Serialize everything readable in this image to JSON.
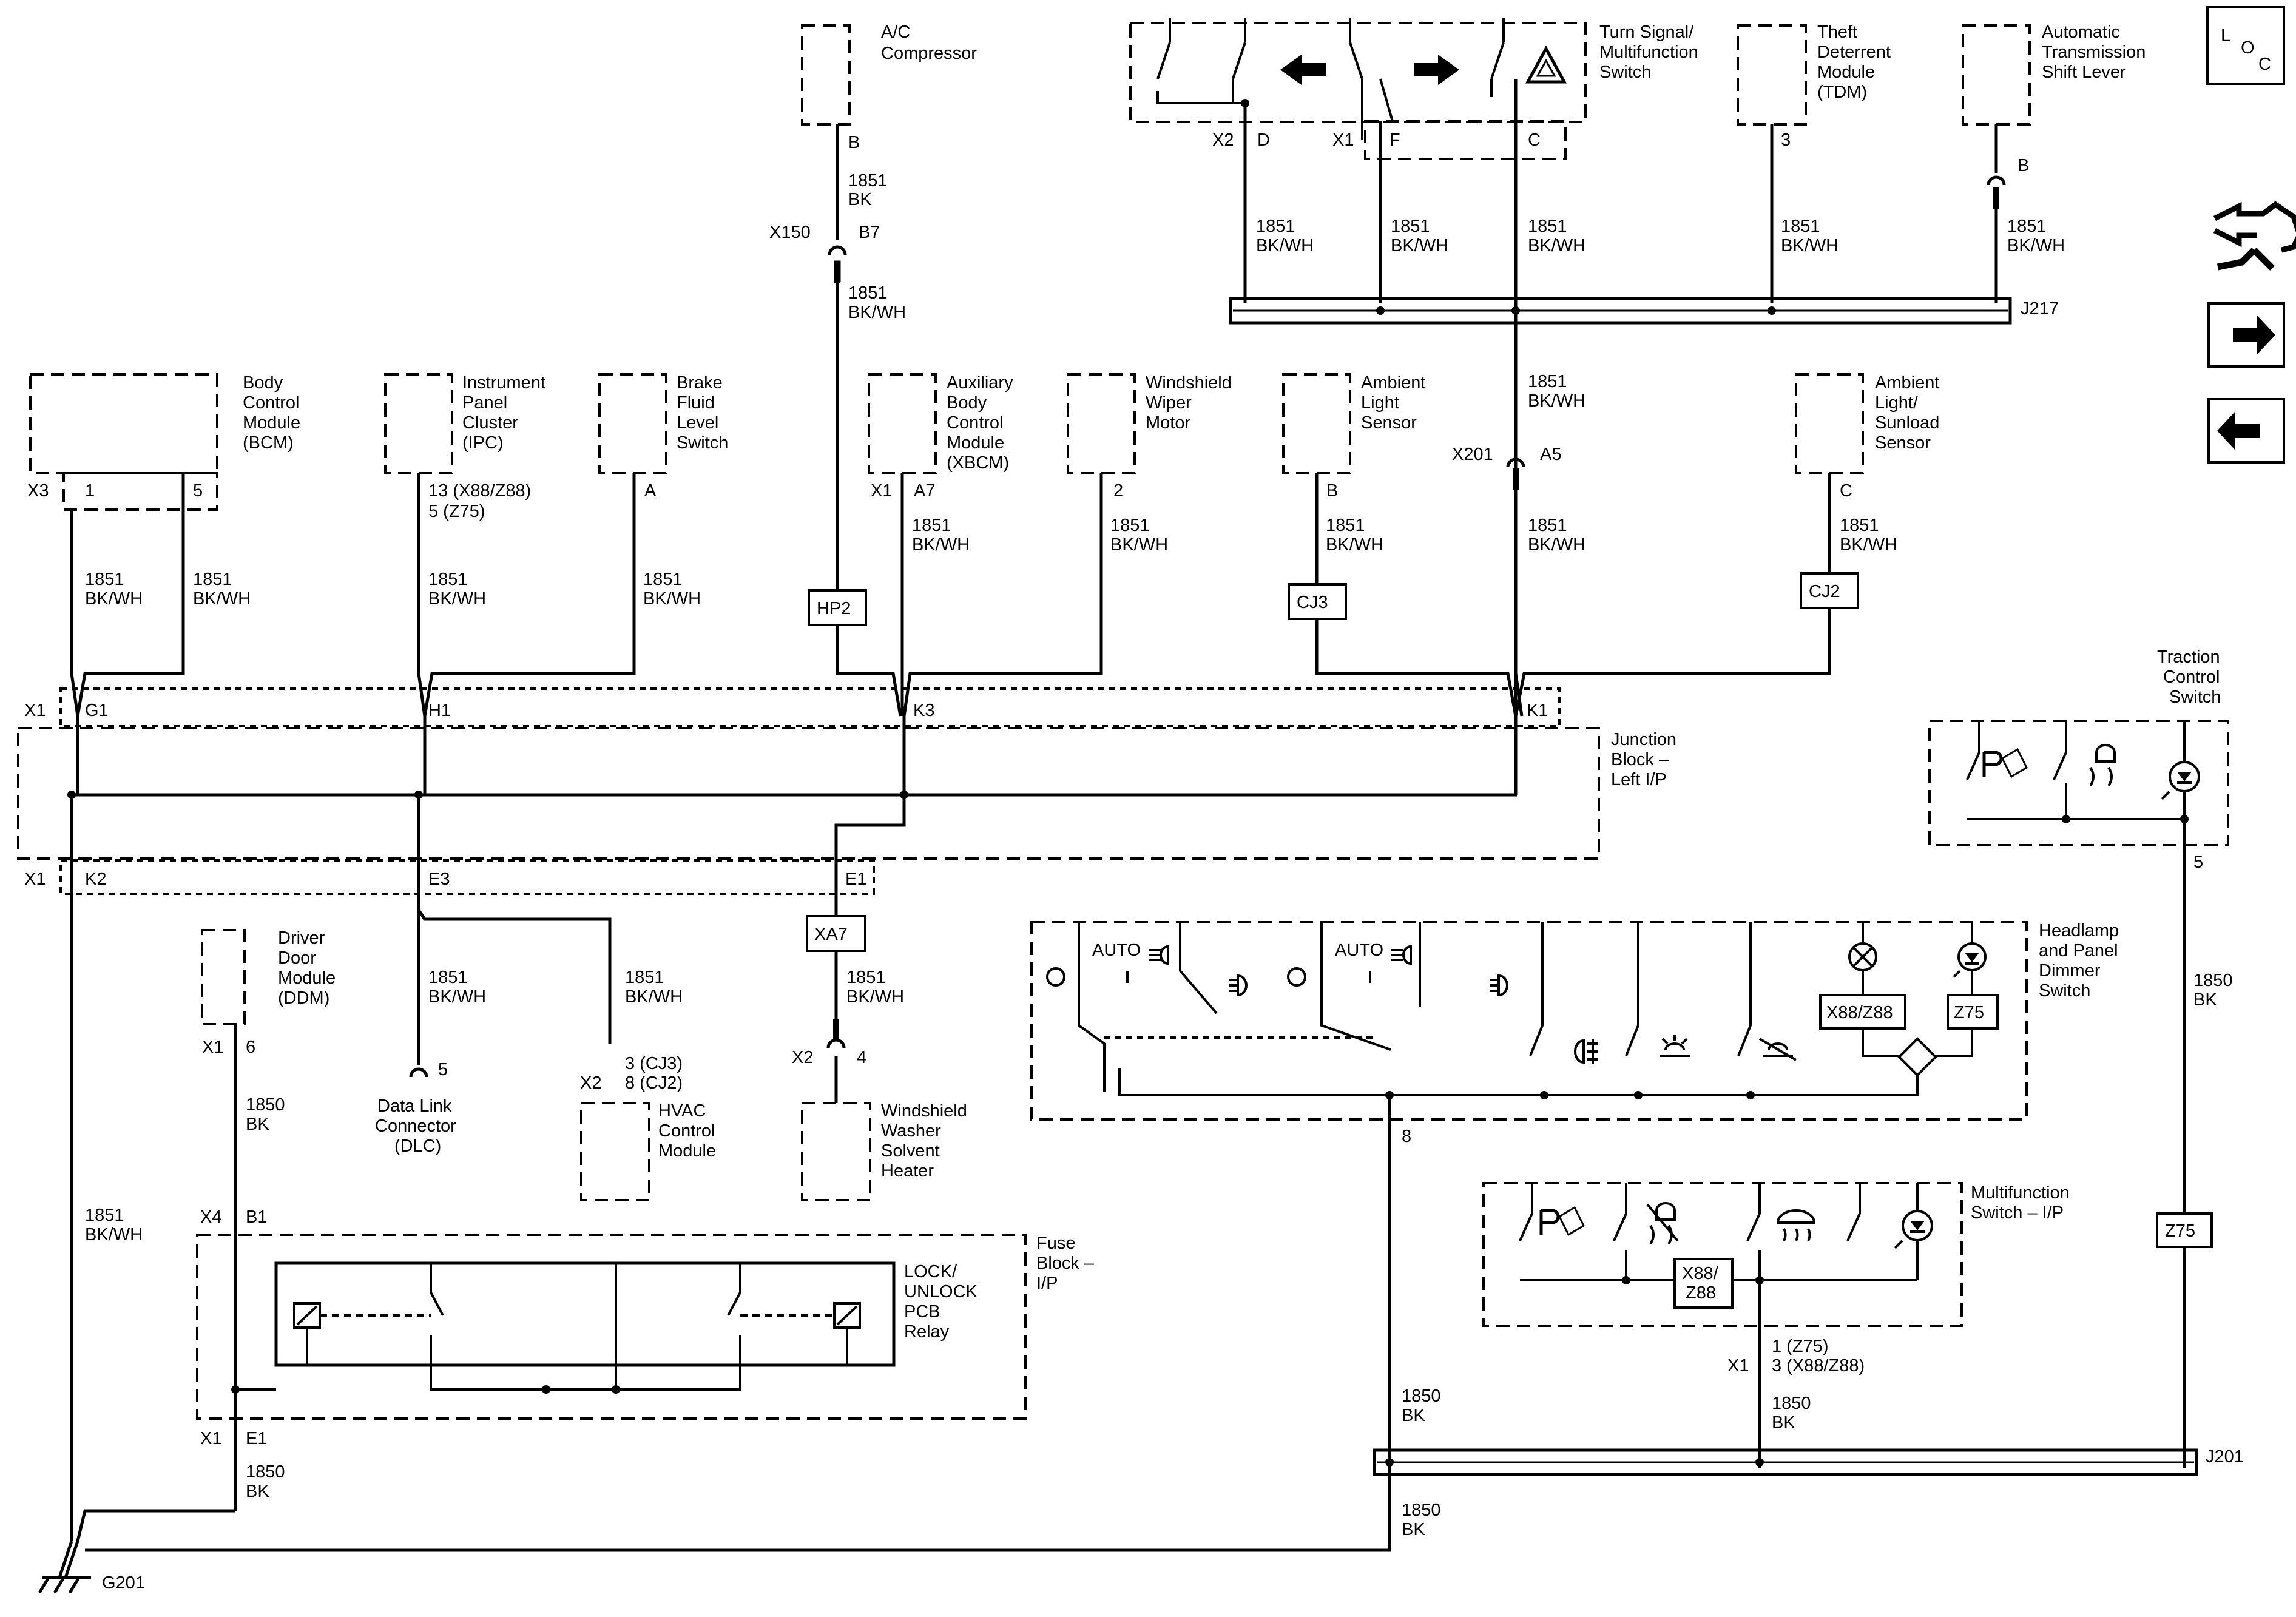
{
  "components": {
    "ac_compressor": [
      "A/C",
      "Compressor"
    ],
    "turn_signal": [
      "Turn Signal/",
      "Multifunction",
      "Switch"
    ],
    "tdm": [
      "Theft",
      "Deterrent",
      "Module",
      "(TDM)"
    ],
    "shift_lever": [
      "Automatic",
      "Transmission",
      "Shift Lever"
    ],
    "bcm": [
      "Body",
      "Control",
      "Module",
      "(BCM)"
    ],
    "ipc": [
      "Instrument",
      "Panel",
      "Cluster",
      "(IPC)"
    ],
    "brake_fluid": [
      "Brake",
      "Fluid",
      "Level",
      "Switch"
    ],
    "xbcm": [
      "Auxiliary",
      "Body",
      "Control",
      "Module",
      "(XBCM)"
    ],
    "wiper_motor": [
      "Windshield",
      "Wiper",
      "Motor"
    ],
    "ambient_light": [
      "Ambient",
      "Light",
      "Sensor"
    ],
    "sunload": [
      "Ambient",
      "Light/",
      "Sunload",
      "Sensor"
    ],
    "traction": [
      "Traction",
      "Control",
      "Switch"
    ],
    "junction_block": [
      "Junction",
      "Block –",
      "Left I/P"
    ],
    "ddm": [
      "Driver",
      "Door",
      "Module",
      "(DDM)"
    ],
    "dlc": [
      "Data Link",
      "Connector",
      "(DLC)"
    ],
    "hvac": [
      "HVAC",
      "Control",
      "Module"
    ],
    "washer_heater": [
      "Windshield",
      "Washer",
      "Solvent",
      "Heater"
    ],
    "headlamp_switch": [
      "Headlamp",
      "and Panel",
      "Dimmer",
      "Switch"
    ],
    "multifunction_ip": [
      "Multifunction",
      "Switch – I/P"
    ],
    "fuse_block": [
      "Fuse",
      "Block –",
      "I/P"
    ],
    "relay": [
      "LOCK/",
      "UNLOCK",
      "PCB",
      "Relay"
    ],
    "loc_icon": [
      "L",
      "O",
      "C"
    ]
  },
  "wires": {
    "w1851_bkwh": [
      "1851",
      "BK/WH"
    ],
    "w1851_bk": [
      "1851",
      "BK"
    ],
    "w1850_bk": [
      "1850",
      "BK"
    ]
  },
  "connectors": {
    "x150": "X150",
    "b7": "B7",
    "b_top": "B",
    "x2": "X2",
    "d": "D",
    "x1": "X1",
    "f": "F",
    "c": "C",
    "three": "3",
    "j217": "J217",
    "j201": "J201",
    "x3": "X3",
    "one": "1",
    "five": "5",
    "ipc_pins": [
      "13 (X88/Z88)",
      "5 (Z75)"
    ],
    "a": "A",
    "a7": "A7",
    "two": "2",
    "b": "B",
    "x201": "X201",
    "a5": "A5",
    "g1": "G1",
    "h1": "H1",
    "k3": "K3",
    "k1": "K1",
    "k2": "K2",
    "e3": "E3",
    "e1": "E1",
    "six": "6",
    "four": "4",
    "eight": "8",
    "hvac_pins": [
      "3 (CJ3)",
      "8 (CJ2)"
    ],
    "x4": "X4",
    "b1": "B1",
    "mf_pins": [
      "1 (Z75)",
      "3 (X88/Z88)"
    ],
    "g201": "G201"
  },
  "splices": {
    "hp2": "HP2",
    "cj3": "CJ3",
    "cj2": "CJ2",
    "xa7": "XA7",
    "x88z88": "X88/Z88",
    "z75": "Z75",
    "x88": "X88/",
    "z88": "Z88"
  },
  "switch_labels": {
    "auto": "AUTO"
  },
  "icon_colors": {
    "line": "#000000",
    "background": "#ffffff"
  }
}
